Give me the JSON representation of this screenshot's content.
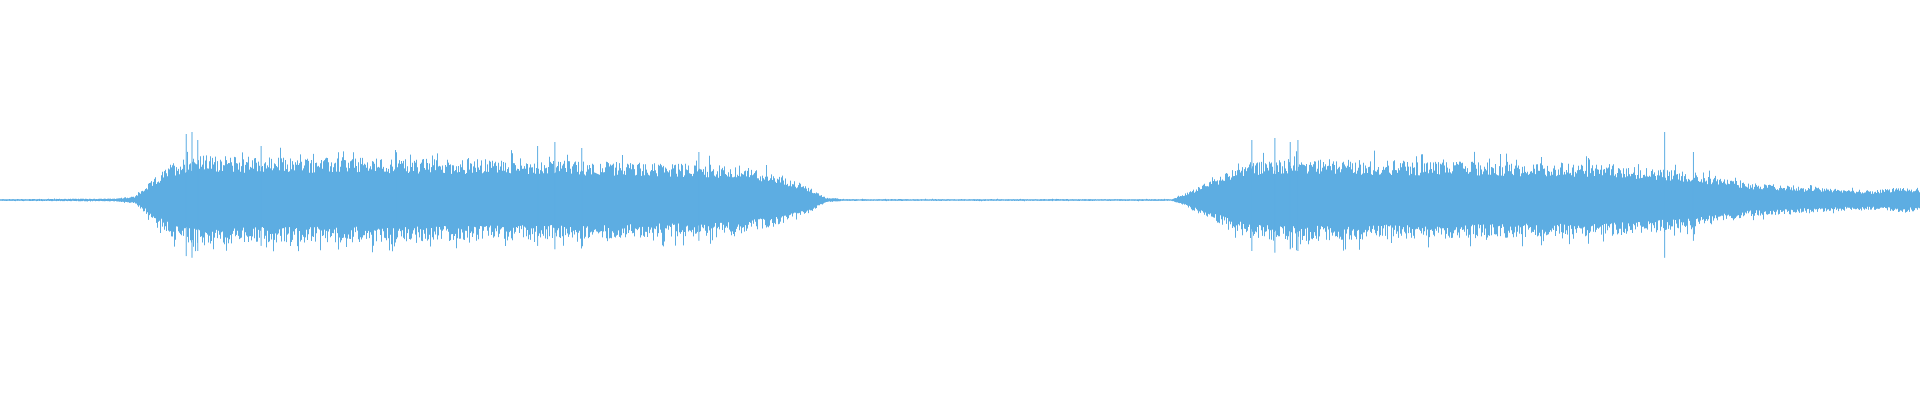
{
  "waveform": {
    "color": "#5dade2",
    "background": "#ffffff",
    "envelope": [
      {
        "t": 0.0,
        "a": 0.004
      },
      {
        "t": 0.06,
        "a": 0.006
      },
      {
        "t": 0.07,
        "a": 0.015
      },
      {
        "t": 0.08,
        "a": 0.09
      },
      {
        "t": 0.09,
        "a": 0.16
      },
      {
        "t": 0.1,
        "a": 0.19
      },
      {
        "t": 0.13,
        "a": 0.18
      },
      {
        "t": 0.2,
        "a": 0.175
      },
      {
        "t": 0.26,
        "a": 0.17
      },
      {
        "t": 0.32,
        "a": 0.16
      },
      {
        "t": 0.37,
        "a": 0.15
      },
      {
        "t": 0.4,
        "a": 0.12
      },
      {
        "t": 0.42,
        "a": 0.06
      },
      {
        "t": 0.43,
        "a": 0.01
      },
      {
        "t": 0.44,
        "a": 0.004
      },
      {
        "t": 0.61,
        "a": 0.004
      },
      {
        "t": 0.615,
        "a": 0.02
      },
      {
        "t": 0.63,
        "a": 0.08
      },
      {
        "t": 0.65,
        "a": 0.16
      },
      {
        "t": 0.67,
        "a": 0.175
      },
      {
        "t": 0.72,
        "a": 0.165
      },
      {
        "t": 0.78,
        "a": 0.16
      },
      {
        "t": 0.84,
        "a": 0.15
      },
      {
        "t": 0.88,
        "a": 0.12
      },
      {
        "t": 0.91,
        "a": 0.07
      },
      {
        "t": 0.95,
        "a": 0.05
      },
      {
        "t": 0.975,
        "a": 0.04
      },
      {
        "t": 0.99,
        "a": 0.055
      },
      {
        "t": 1.0,
        "a": 0.045
      }
    ],
    "spikes": [
      {
        "t": 0.097,
        "a": 0.33
      },
      {
        "t": 0.1,
        "a": 0.34
      },
      {
        "t": 0.103,
        "a": 0.3
      },
      {
        "t": 0.136,
        "a": 0.27
      },
      {
        "t": 0.206,
        "a": 0.25
      },
      {
        "t": 0.28,
        "a": 0.27
      },
      {
        "t": 0.289,
        "a": 0.29
      },
      {
        "t": 0.303,
        "a": 0.26
      },
      {
        "t": 0.364,
        "a": 0.24
      },
      {
        "t": 0.652,
        "a": 0.3
      },
      {
        "t": 0.664,
        "a": 0.31
      },
      {
        "t": 0.672,
        "a": 0.29
      },
      {
        "t": 0.676,
        "a": 0.3
      },
      {
        "t": 0.867,
        "a": 0.34
      },
      {
        "t": 0.882,
        "a": 0.24
      }
    ]
  }
}
